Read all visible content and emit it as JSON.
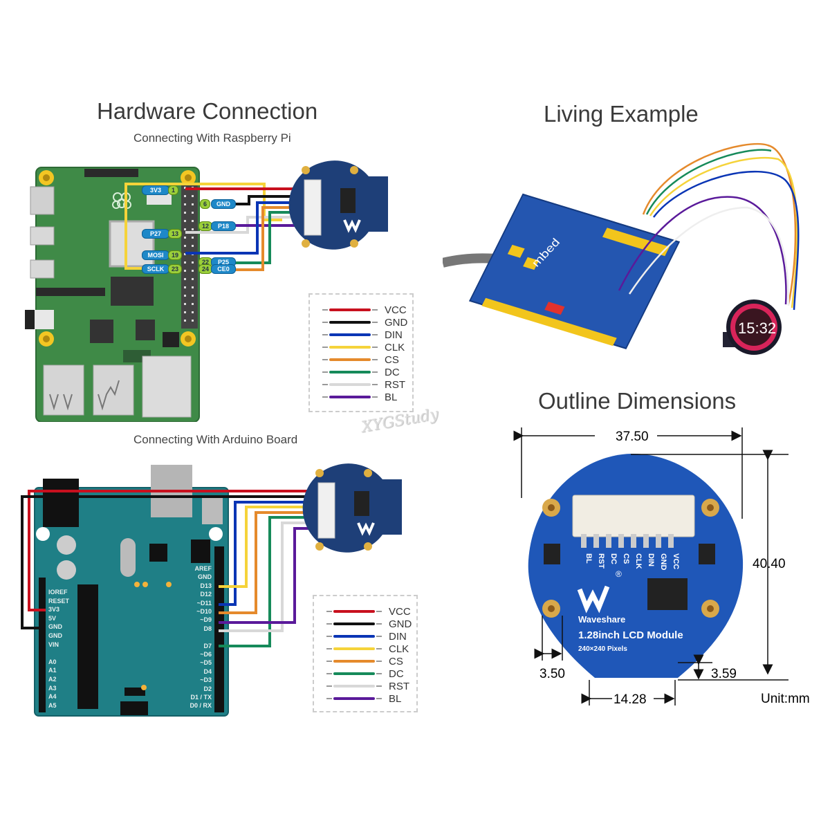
{
  "sections": {
    "hardware_connection": {
      "title": "Hardware Connection",
      "rpi_subtitle": "Connecting With Raspberry Pi",
      "arduino_subtitle": "Connecting With Arduino Board"
    },
    "living_example": {
      "title": "Living Example",
      "display_time": "15:32",
      "board_label": "mbed"
    },
    "outline_dimensions": {
      "title": "Outline Dimensions",
      "width": "37.50",
      "height": "40.40",
      "hole_offset": "3.50",
      "tab_height": "3.59",
      "tab_width": "14.28",
      "unit": "Unit:mm"
    }
  },
  "legend": [
    {
      "label": "VCC",
      "color": "#c8101e"
    },
    {
      "label": "GND",
      "color": "#111111"
    },
    {
      "label": "DIN",
      "color": "#0a35b5"
    },
    {
      "label": "CLK",
      "color": "#f5d33a"
    },
    {
      "label": "CS",
      "color": "#e58a2c"
    },
    {
      "label": "DC",
      "color": "#168a5a"
    },
    {
      "label": "RST",
      "color": "#d8d8d8"
    },
    {
      "label": "BL",
      "color": "#5a1a9a"
    }
  ],
  "rpi_pins": {
    "left": [
      {
        "name": "3V3",
        "num": "1"
      },
      {
        "name": "P27",
        "num": "13"
      },
      {
        "name": "MOSI",
        "num": "19"
      },
      {
        "name": "SCLK",
        "num": "23"
      }
    ],
    "right": [
      {
        "num": "6",
        "name": "GND"
      },
      {
        "num": "12",
        "name": "P18"
      },
      {
        "num": "22",
        "name": "P25"
      },
      {
        "num": "24",
        "name": "CE0"
      }
    ]
  },
  "module": {
    "pins": [
      "VCC",
      "GND",
      "DIN",
      "CLK",
      "CS",
      "DC",
      "RST",
      "BL"
    ],
    "pins_back": [
      "BL",
      "RST",
      "DC",
      "CS",
      "CLK",
      "DIN",
      "GND",
      "VCC"
    ],
    "brand": "Waveshare",
    "name": "1.28inch LCD Module",
    "resolution": "240×240 Pixels",
    "registered": "®"
  },
  "arduino_pins": {
    "left": [
      "IOREF",
      "RESET",
      "3V3",
      "5V",
      "GND",
      "GND",
      "VIN",
      "",
      "A0",
      "A1",
      "A2",
      "A3",
      "A4",
      "A5"
    ],
    "right": [
      "AREF",
      "GND",
      "D13",
      "D12",
      "~D11",
      "~D10",
      "~D9",
      "D8",
      "",
      "D7",
      "~D6",
      "~D5",
      "D4",
      "~D3",
      "D2",
      "D1 / TX",
      "D0 / RX"
    ]
  },
  "watermark": "XYGStudy"
}
